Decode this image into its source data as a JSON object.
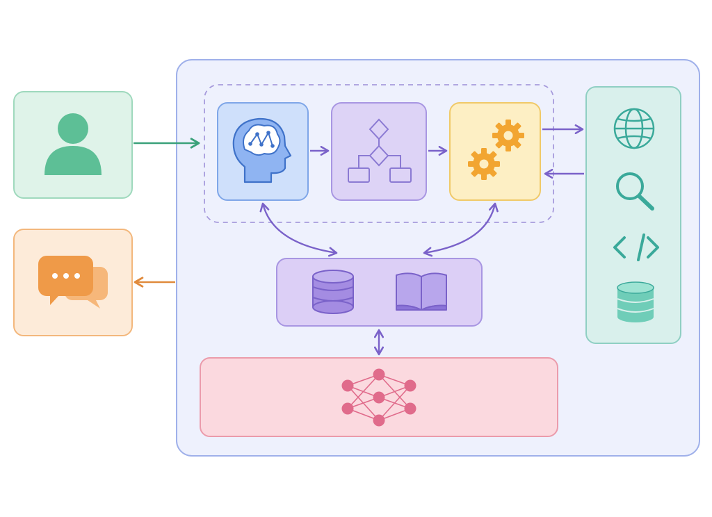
{
  "diagram": {
    "type": "agent-architecture",
    "nodes": [
      {
        "id": "user",
        "icon": "user-icon",
        "color": "#5dbf96"
      },
      {
        "id": "response",
        "icon": "chat-bubbles-icon",
        "color": "#ef9a48"
      },
      {
        "id": "agent-loop",
        "style": "dashed",
        "color": "#9b8fd6"
      },
      {
        "id": "reasoning",
        "icon": "brain-head-icon",
        "color": "#3f72c9"
      },
      {
        "id": "planning",
        "icon": "flowchart-icon",
        "color": "#8b7ad3"
      },
      {
        "id": "execution",
        "icon": "gears-icon",
        "color": "#f2a531"
      },
      {
        "id": "tools",
        "icons": [
          "globe-icon",
          "search-icon",
          "code-icon",
          "database-icon"
        ],
        "color": "#3aa99a"
      },
      {
        "id": "memory",
        "icons": [
          "database-icon",
          "book-icon"
        ],
        "color": "#8b74d8"
      },
      {
        "id": "model",
        "icon": "neural-network-icon",
        "color": "#e06b8b"
      }
    ],
    "edges": [
      {
        "from": "user",
        "to": "agent-loop",
        "direction": "forward"
      },
      {
        "from": "reasoning",
        "to": "planning",
        "direction": "forward"
      },
      {
        "from": "planning",
        "to": "execution",
        "direction": "forward"
      },
      {
        "from": "execution",
        "to": "tools",
        "direction": "forward"
      },
      {
        "from": "tools",
        "to": "execution",
        "direction": "forward"
      },
      {
        "from": "reasoning",
        "to": "memory",
        "direction": "bidirectional"
      },
      {
        "from": "execution",
        "to": "memory",
        "direction": "bidirectional"
      },
      {
        "from": "memory",
        "to": "model",
        "direction": "bidirectional"
      },
      {
        "from": "system",
        "to": "response",
        "direction": "forward"
      }
    ],
    "colors": {
      "system_fill": "#eef1fd",
      "system_stroke": "#9fb0ea",
      "arrow_purple": "#7a62c9",
      "arrow_green": "#3aa17a",
      "arrow_orange": "#e08a3c"
    }
  }
}
